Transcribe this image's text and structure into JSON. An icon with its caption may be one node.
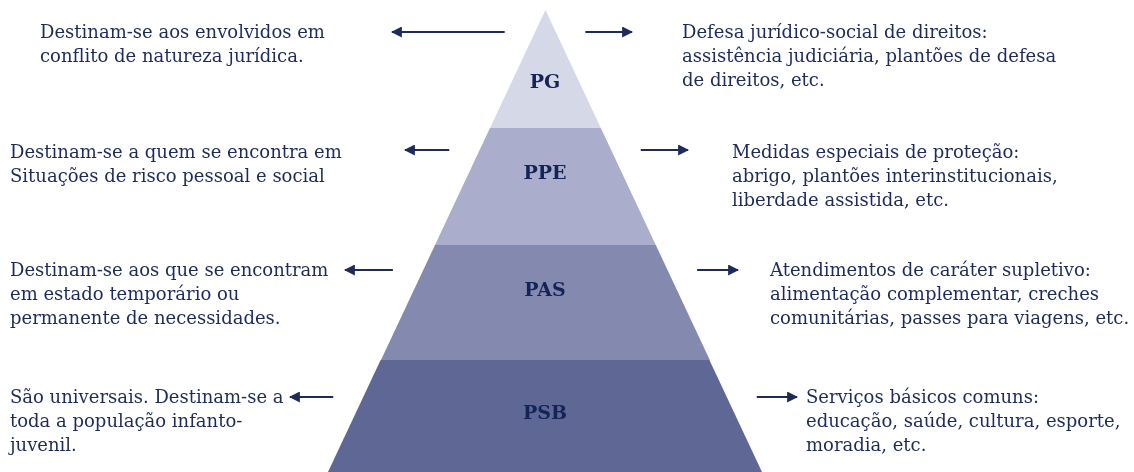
{
  "diagram": {
    "nodes": [
      {
        "text": [
          "Destinam-se aos envolvidos em conflito de natureza jurídica."
        ]
      },
      {
        "text": [
          "PG"
        ]
      },
      {
        "text": [
          "Defesa jurídico-social de direitos: assistência judiciária, plantões de defesa de direitos, etc."
        ]
      },
      {
        "text": [
          "Destinam-se a quem se encontra em Situações de risco pessoal e social"
        ]
      },
      {
        "text": [
          "PPE"
        ]
      },
      {
        "text": [
          "Medidas especiais de proteção: abrigo, plantões interinstitucionais, liberdade assistida, etc."
        ]
      },
      {
        "text": [
          "Destinam-se aos que se encontram em estado temporário ou permanente de necessidades."
        ]
      },
      {
        "text": [
          "PAS"
        ]
      },
      {
        "text": [
          "Atendimentos de caráter supletivo: alimentação complementar, creches comunitárias, passes para viagens, etc."
        ]
      },
      {
        "text": [
          "São universais. Destinam-se a toda a população infanto-juvenil."
        ]
      },
      {
        "text": [
          "PSB"
        ]
      },
      {
        "text": [
          "Serviços básicos comuns: educação, saúde, cultura, esporte, moradia, etc."
        ]
      }
    ],
    "edges": [
      {
        "from": 1,
        "to": 0,
        "arrow": "to"
      },
      {
        "from": 1,
        "to": 2,
        "arrow": "to"
      },
      {
        "from": 4,
        "to": 3,
        "arrow": "to"
      },
      {
        "from": 4,
        "to": 5,
        "arrow": "to"
      },
      {
        "from": 7,
        "to": 6,
        "arrow": "to"
      },
      {
        "from": 7,
        "to": 8,
        "arrow": "to"
      },
      {
        "from": 10,
        "to": 9,
        "arrow": "to"
      },
      {
        "from": 10,
        "to": 11,
        "arrow": "to"
      }
    ]
  }
}
